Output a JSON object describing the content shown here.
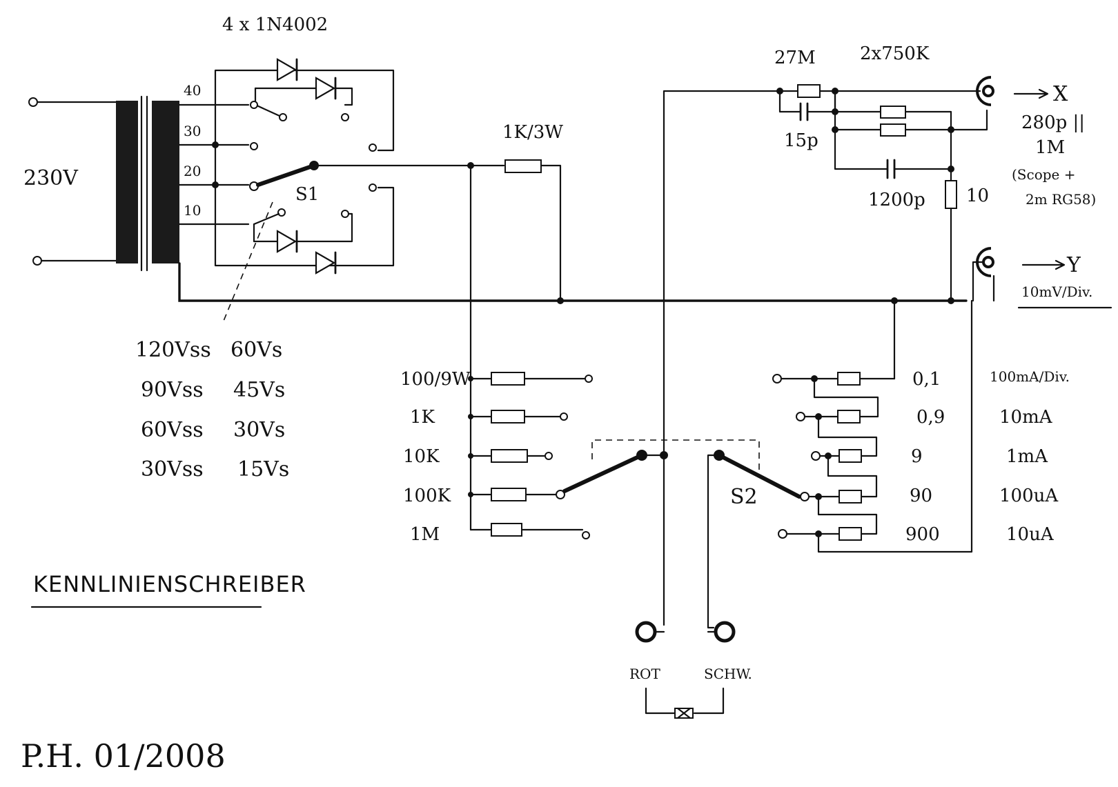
{
  "title": "KENNLINIENSCHREIBER",
  "author_date": "P.H. 01/2008",
  "mains_label": "230V",
  "diodes_label": "4 x 1N4002",
  "tap_labels": [
    "40",
    "30",
    "20",
    "10"
  ],
  "switch_s1": "S1",
  "switch_s2": "S2",
  "series_resistor": "1K/3W",
  "voltage_table": [
    {
      "vss": "120Vss",
      "vs": "60Vs"
    },
    {
      "vss": "90Vss",
      "vs": "45Vs"
    },
    {
      "vss": "60Vss",
      "vs": "30Vs"
    },
    {
      "vss": "30Vss",
      "vs": "15Vs"
    }
  ],
  "current_limit_resistors": [
    "100/9W",
    "1K",
    "10K",
    "100K",
    "1M"
  ],
  "shunt_values": [
    "0,1",
    "0,9",
    "9",
    "90",
    "900"
  ],
  "current_ranges": [
    "100mA/Div.",
    "10mA",
    "1mA",
    "100uA",
    "10uA"
  ],
  "divider": {
    "r_top": "27M",
    "r_pair": "2x750K",
    "c_comp": "15p",
    "c_load": "1200p",
    "r_bottom": "10"
  },
  "x_output": {
    "name": "X",
    "note_1": "280p ||",
    "note_2": "1M",
    "note_3": "(Scope +",
    "note_4": "2m RG58)"
  },
  "y_output": {
    "name": "Y",
    "scale": "10mV/Div."
  },
  "probe_terminals": {
    "red": "ROT",
    "black": "SCHW."
  }
}
